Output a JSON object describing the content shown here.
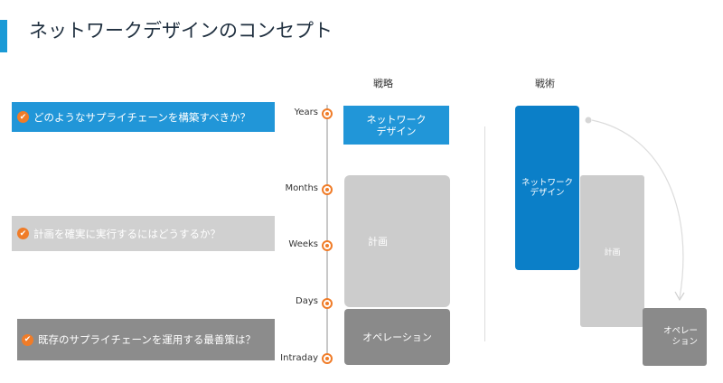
{
  "title": "ネットワークデザインのコンセプト",
  "columns": {
    "strategy": "戦略",
    "tactics": "戦術"
  },
  "questions": [
    "どのようなサプライチェーンを構築すべきか？",
    "計画を確実に実行するにはどうするか？",
    "既存のサプライチェーンを運用する最善策は？"
  ],
  "timeline": [
    "Years",
    "Months",
    "Weeks",
    "Days",
    "Intraday"
  ],
  "strategy_boxes": {
    "network_design": "ネットワーク\nデザイン",
    "planning": "計画",
    "operations": "オペレーション"
  },
  "tactics_boxes": {
    "network_design": "ネットワーク\nデザイン",
    "planning": "計画",
    "operations": "オペレー\nション"
  },
  "colors": {
    "accent": "#1a9ad6",
    "question_1": "#2196d8",
    "question_2": "#d0d0d0",
    "question_3": "#8c8c8c",
    "check": "#f07c28",
    "box_blue": "#2196d8",
    "box_light": "#cccccc",
    "box_dark": "#8a8a8a",
    "box_tactic_blue": "#0b7fc8"
  }
}
